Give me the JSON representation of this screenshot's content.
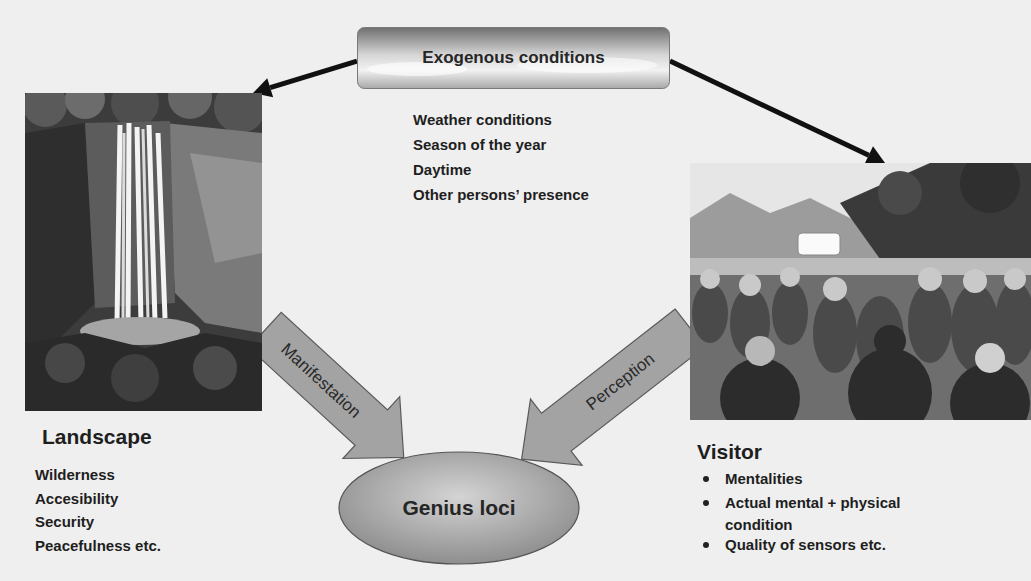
{
  "diagram": {
    "nodes": [
      {
        "text": [
          "Exogenous conditions"
        ]
      },
      {
        "text": [
          "Landscape",
          "Wilderness",
          "Accesibility",
          "Security",
          "Peacefulness etc."
        ]
      },
      {
        "text": [
          "Visitor",
          "Mentalities",
          "Actual mental + physical condition",
          "Quality of sensors etc."
        ]
      },
      {
        "text": [
          "Genius loci"
        ]
      }
    ],
    "edges": [
      {
        "from": 0,
        "to": 1,
        "arrow": "to"
      },
      {
        "from": 0,
        "to": 2,
        "arrow": "to"
      },
      {
        "from": 1,
        "to": 3,
        "label": "Manifestation",
        "arrow": "to"
      },
      {
        "from": 2,
        "to": 3,
        "label": "Perception",
        "arrow": "to"
      }
    ],
    "labels": [
      "Weather conditions",
      "Season of the year",
      "Daytime",
      "Other persons’ presence"
    ]
  }
}
